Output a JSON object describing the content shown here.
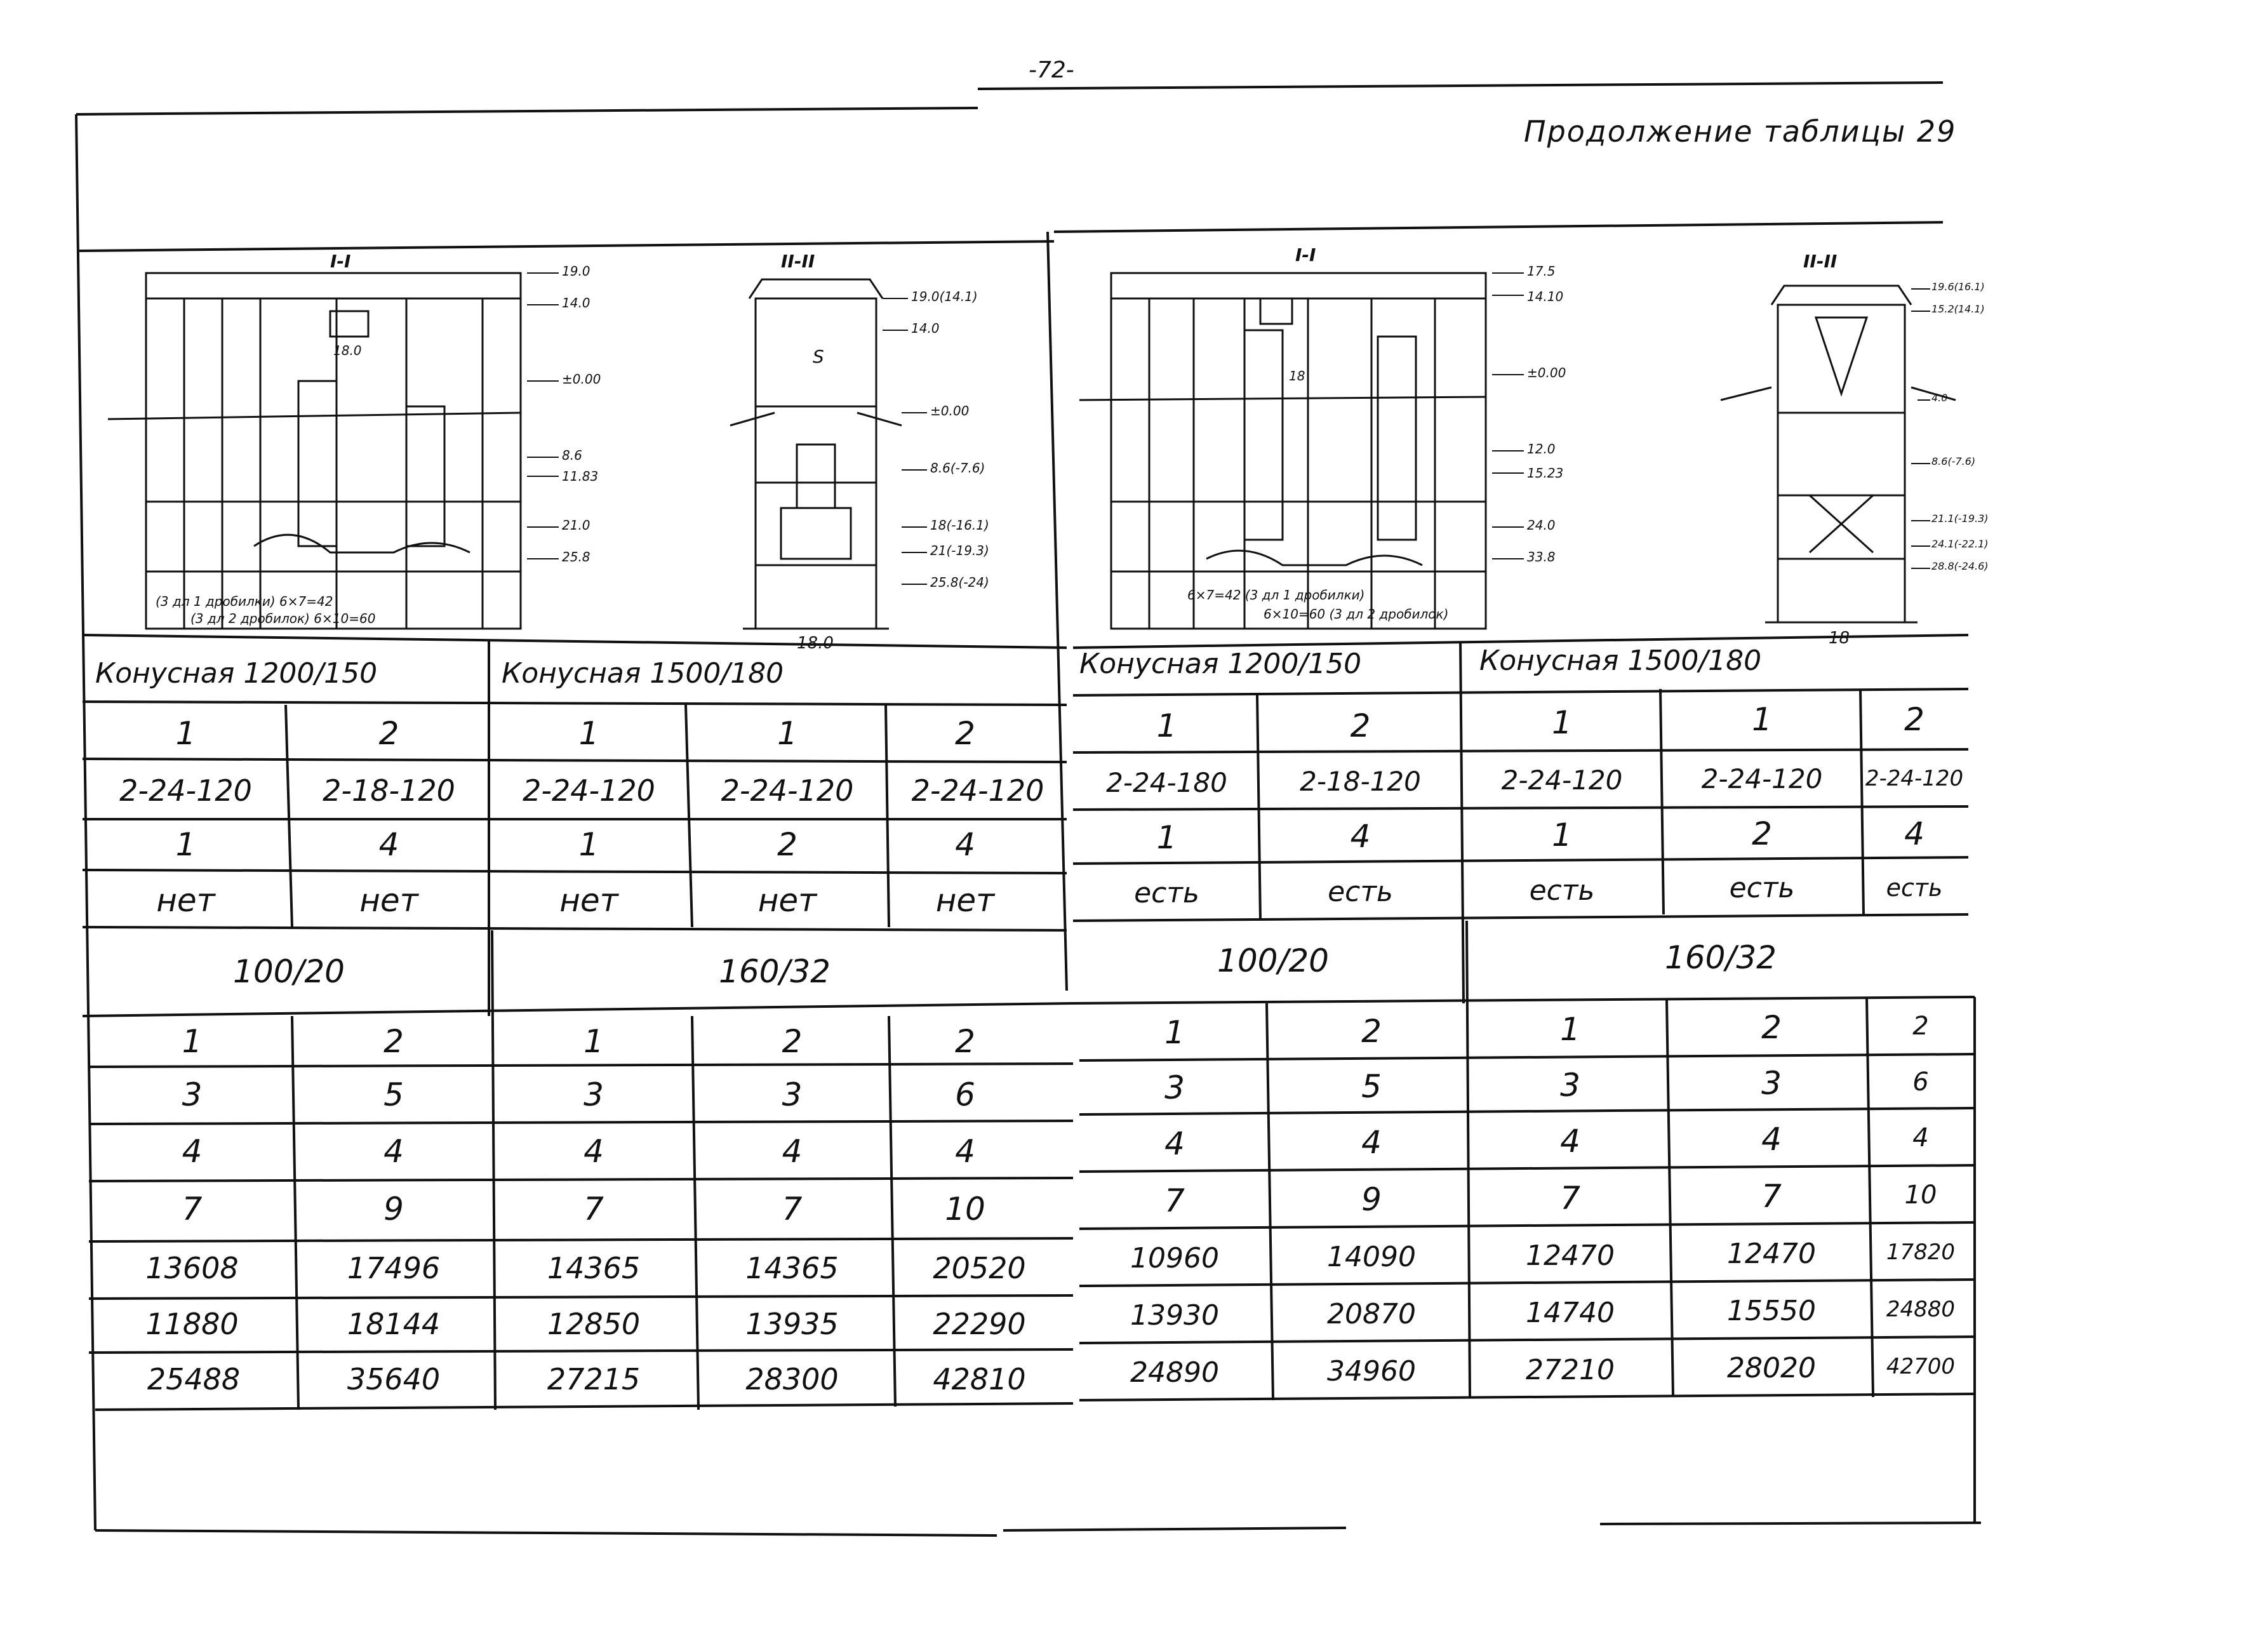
{
  "page_number": "-72-",
  "subtitle": "Продолжение таблицы 29",
  "left": {
    "drawing": {
      "section_a": "I-I",
      "section_b": "II-II",
      "dims_a": [
        "19.0",
        "14.0",
        "±0.00",
        "8.6",
        "11.83",
        "21.0",
        "25.8"
      ],
      "dims_b": [
        "19.0(14.1)",
        "14.0",
        "±0.00",
        "8.6(-7.6)",
        "18(-16.1)",
        "21(-19.3)",
        "25.8(-24)"
      ],
      "note_a": "(3 дл 1 дробилки) 6×7=42",
      "note_b": "(3 дл 2 дробилок) 6×10=60",
      "width_b": "18.0",
      "mark_s": "S",
      "mark_h": "18.0"
    },
    "headers": [
      {
        "text": "Конусная   1200/150"
      },
      {
        "text": "Конусная   1500/180"
      }
    ],
    "rows_top": [
      [
        "1",
        "2",
        "1",
        "1",
        "2"
      ],
      [
        "2-24-120",
        "2-18-120",
        "2-24-120",
        "2-24-120",
        "2-24-120"
      ],
      [
        "1",
        "4",
        "1",
        "2",
        "4"
      ],
      [
        "нет",
        "нет",
        "нет",
        "нет",
        "нет"
      ]
    ],
    "mid_headers": [
      {
        "text": "100/20"
      },
      {
        "text": "160/32"
      }
    ],
    "rows_bottom": [
      [
        "1",
        "2",
        "1",
        "2",
        "2"
      ],
      [
        "3",
        "5",
        "3",
        "3",
        "6"
      ],
      [
        "4",
        "4",
        "4",
        "4",
        "4"
      ],
      [
        "7",
        "9",
        "7",
        "7",
        "10"
      ],
      [
        "13608",
        "17496",
        "14365",
        "14365",
        "20520"
      ],
      [
        "11880",
        "18144",
        "12850",
        "13935",
        "22290"
      ],
      [
        "25488",
        "35640",
        "27215",
        "28300",
        "42810"
      ]
    ]
  },
  "right": {
    "drawing": {
      "section_a": "I-I",
      "section_b": "II-II",
      "dims_a": [
        "17.5",
        "14.10",
        "±0.00",
        "12.0",
        "15.23",
        "24.0",
        "33.8"
      ],
      "dims_b": [
        "19.6(16.1)",
        "15.2(14.1)",
        "4.0",
        "8.6(-7.6)",
        "21.1(-19.3)",
        "24.1(-22.1)",
        "28.8(-24.6)"
      ],
      "note_a": "6×7=42 (3 дл 1 дробилки)",
      "note_b": "6×10=60 (3 дл 2 дробилок)",
      "width_b": "18",
      "mark_h": "18"
    },
    "headers": [
      {
        "text": "Конусная   1200/150"
      },
      {
        "text": "Конусная   1500/180"
      }
    ],
    "rows_top": [
      [
        "1",
        "2",
        "1",
        "1",
        "2"
      ],
      [
        "2-24-180",
        "2-18-120",
        "2-24-120",
        "2-24-120",
        "2-24-120"
      ],
      [
        "1",
        "4",
        "1",
        "2",
        "4"
      ],
      [
        "есть",
        "есть",
        "есть",
        "есть",
        "есть"
      ]
    ],
    "mid_headers": [
      {
        "text": "100/20"
      },
      {
        "text": "160/32"
      }
    ],
    "rows_bottom": [
      [
        "1",
        "2",
        "1",
        "2",
        "2"
      ],
      [
        "3",
        "5",
        "3",
        "3",
        "6"
      ],
      [
        "4",
        "4",
        "4",
        "4",
        "4"
      ],
      [
        "7",
        "9",
        "7",
        "7",
        "10"
      ],
      [
        "10960",
        "14090",
        "12470",
        "12470",
        "17820"
      ],
      [
        "13930",
        "20870",
        "14740",
        "15550",
        "24880"
      ],
      [
        "24890",
        "34960",
        "27210",
        "28020",
        "42700"
      ]
    ]
  }
}
